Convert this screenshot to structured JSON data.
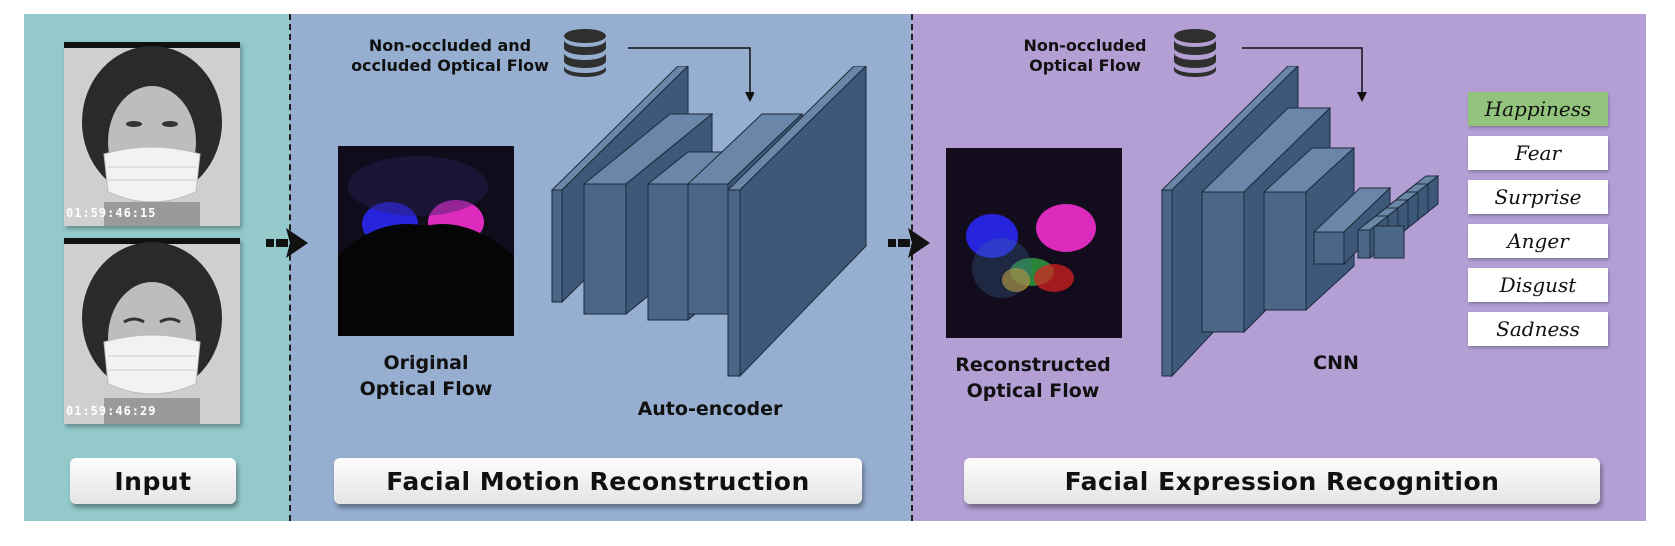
{
  "panels": {
    "input_label": "Input",
    "reconstruction_label": "Facial Motion Reconstruction",
    "recognition_label": "Facial Expression Recognition"
  },
  "input": {
    "frame1_timestamp": "01:59:46:15",
    "frame2_timestamp": "01:59:46:29"
  },
  "reconstruction": {
    "database_label_line1": "Non-occluded and",
    "database_label_line2": "occluded Optical Flow",
    "flow_caption_line1": "Original",
    "flow_caption_line2": "Optical Flow",
    "network_caption": "Auto-encoder"
  },
  "recognition": {
    "database_label_line1": "Non-occluded",
    "database_label_line2": "Optical Flow",
    "flow_caption_line1": "Reconstructed",
    "flow_caption_line2": "Optical Flow",
    "network_caption": "CNN"
  },
  "emotions": {
    "items": [
      "Happiness",
      "Fear",
      "Surprise",
      "Anger",
      "Disgust",
      "Sadness"
    ],
    "highlighted": "Happiness"
  },
  "colors": {
    "input_panel": "#93c9cb",
    "reconstruction_panel": "#96aed0",
    "recognition_panel": "#b39fd4",
    "layer_block": "#4a6787",
    "highlight": "#93c47d"
  }
}
